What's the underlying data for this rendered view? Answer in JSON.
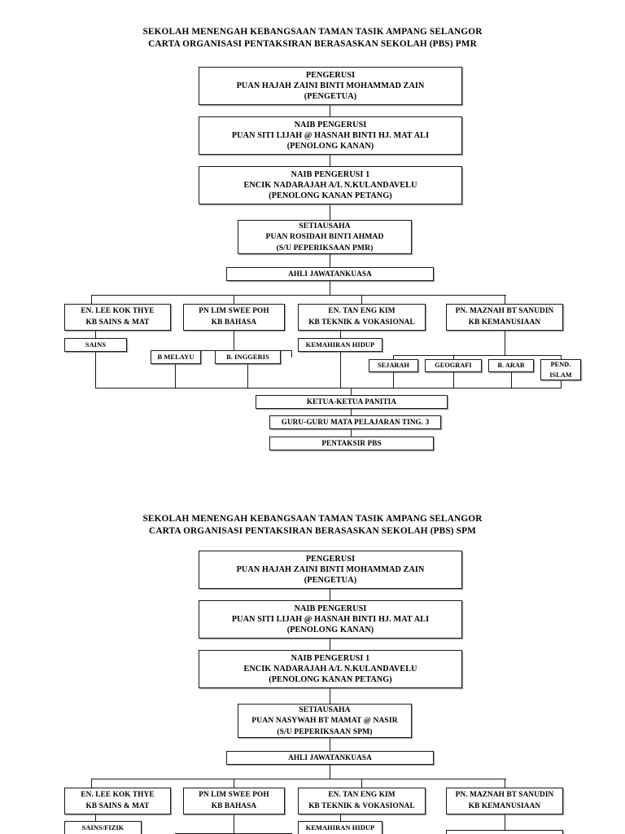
{
  "document": {
    "school_name": "SEKOLAH MENENGAH KEBANGSAAN TAMAN TASIK AMPANG SELANGOR"
  },
  "charts": [
    {
      "id": "pmr",
      "title_line1": "SEKOLAH MENENGAH KEBANGSAAN TAMAN TASIK AMPANG SELANGOR",
      "title_line2": "CARTA ORGANISASI PENTAKSIRAN BERASASKAN SEKOLAH (PBS) PMR",
      "chairman": {
        "role": "PENGERUSI",
        "name": "PUAN HAJAH ZAINI BINTI MOHAMMAD ZAIN",
        "position": "(PENGETUA)"
      },
      "vice_chairman": {
        "role": "NAIB PENGERUSI",
        "name": "PUAN SITI LIJAH @ HASNAH BINTI HJ. MAT ALI",
        "position": "(PENOLONG KANAN)"
      },
      "vice_chairman_1": {
        "role": "NAIB PENGERUSI 1",
        "name": "ENCIK NADARAJAH A/L N.KULANDAVELU",
        "position": "(PENOLONG KANAN PETANG)"
      },
      "secretary": {
        "role": "SETIAUSAHA",
        "name": "PUAN ROSIDAH BINTI AHMAD",
        "position": "(S/U PEPERIKSAAN PMR)"
      },
      "committee_bar": "AHLI JAWATANKUASA",
      "heads": [
        {
          "name": "EN. LEE KOK THYE",
          "dept": "KB SAINS & MAT"
        },
        {
          "name": "PN LIM SWEE POH",
          "dept": "KB BAHASA"
        },
        {
          "name": "EN. TAN ENG KIM",
          "dept": "KB TEKNIK & VOKASIONAL"
        },
        {
          "name": "PN. MAZNAH BT SANUDIN",
          "dept": "KB KEMANUSIAAN"
        }
      ],
      "subjects": [
        {
          "label": "SAINS",
          "line1": "SAINS",
          "line2": ""
        },
        {
          "label": "B MELAYU",
          "line1": "B MELAYU",
          "line2": ""
        },
        {
          "label": "B. INGGERIS",
          "line1": "B. INGGERIS",
          "line2": ""
        },
        {
          "label": "KEMAHIRAN HIDUP",
          "line1": "KEMAHIRAN HIDUP",
          "line2": ""
        },
        {
          "label": "SEJARAH",
          "line1": "SEJARAH",
          "line2": ""
        },
        {
          "label": "GEOGRAFI",
          "line1": "GEOGRAFI",
          "line2": ""
        },
        {
          "label": "B. ARAB",
          "line1": "B. ARAB",
          "line2": ""
        },
        {
          "label": "PEND. ISLAM",
          "line1": "PEND.",
          "line2": "ISLAM"
        }
      ],
      "footer": [
        "KETUA-KETUA PANITIA",
        "GURU-GURU MATA PELAJARAN TING. 3",
        "PENTAKSIR PBS"
      ]
    },
    {
      "id": "spm",
      "title_line1": "SEKOLAH MENENGAH KEBANGSAAN TAMAN TASIK AMPANG SELANGOR",
      "title_line2": "CARTA ORGANISASI PENTAKSIRAN BERASASKAN SEKOLAH (PBS) SPM",
      "chairman": {
        "role": "PENGERUSI",
        "name": "PUAN HAJAH ZAINI BINTI MOHAMMAD ZAIN",
        "position": "(PENGETUA)"
      },
      "vice_chairman": {
        "role": "NAIB PENGERUSI",
        "name": "PUAN SITI LIJAH @ HASNAH BINTI HJ. MAT ALI",
        "position": "(PENOLONG KANAN)"
      },
      "vice_chairman_1": {
        "role": "NAIB PENGERUSI 1",
        "name": "ENCIK NADARAJAH A/L N.KULANDAVELU",
        "position": "(PENOLONG KANAN PETANG)"
      },
      "secretary": {
        "role": "SETIAUSAHA",
        "name": "PUAN NASYWAH BT MAMAT @ NASIR",
        "position": "(S/U PEPERIKSAAN SPM)"
      },
      "committee_bar": "AHLI JAWATANKUASA",
      "heads": [
        {
          "name": "EN. LEE KOK THYE",
          "dept": "KB SAINS & MAT"
        },
        {
          "name": "PN LIM SWEE POH",
          "dept": "KB BAHASA"
        },
        {
          "name": "EN. TAN ENG KIM",
          "dept": "KB TEKNIK & VOKASIONAL"
        },
        {
          "name": "PN. MAZNAH BT SANUDIN",
          "dept": "KB KEMANUSIAAN"
        }
      ],
      "subjects": [
        {
          "label": "SAINS/FIZIK",
          "line1": "SAINS/FIZIK",
          "line2": ""
        },
        {
          "label": "KEMAHIRAN HIDUP",
          "line1": "KEMAHIRAN HIDUP",
          "line2": ""
        }
      ]
    }
  ]
}
